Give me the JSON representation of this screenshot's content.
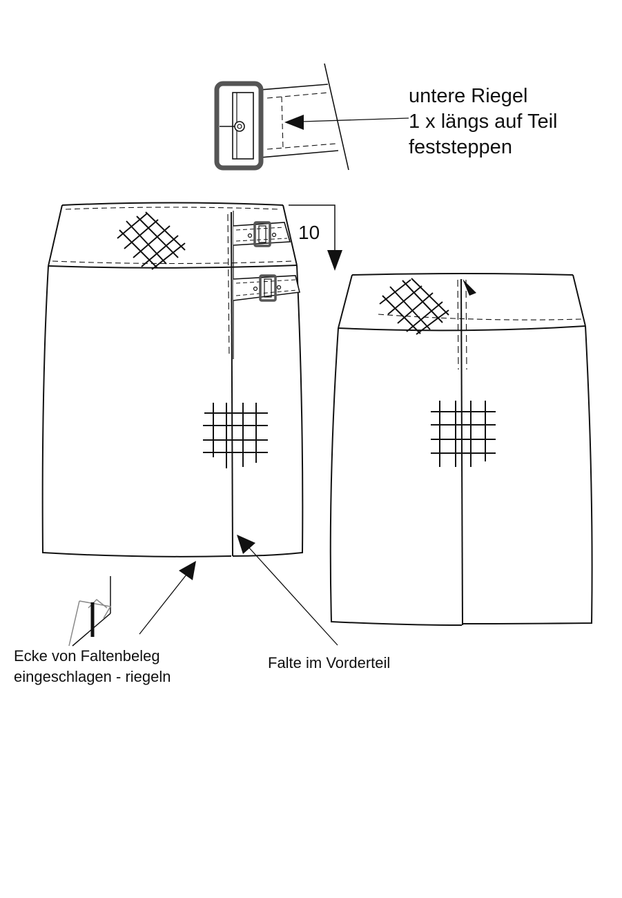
{
  "labels": {
    "riegel_line1": "untere Riegel",
    "riegel_line2": "1 x längs auf Teil",
    "riegel_line3": "feststeppen",
    "measure": "10",
    "corner_line1": "Ecke von Faltenbeleg",
    "corner_line2": "eingeschlagen - riegeln",
    "fold": "Falte im Vorderteil"
  },
  "colors": {
    "line": "#111111",
    "buckle_gray": "#555555",
    "background": "#ffffff"
  }
}
